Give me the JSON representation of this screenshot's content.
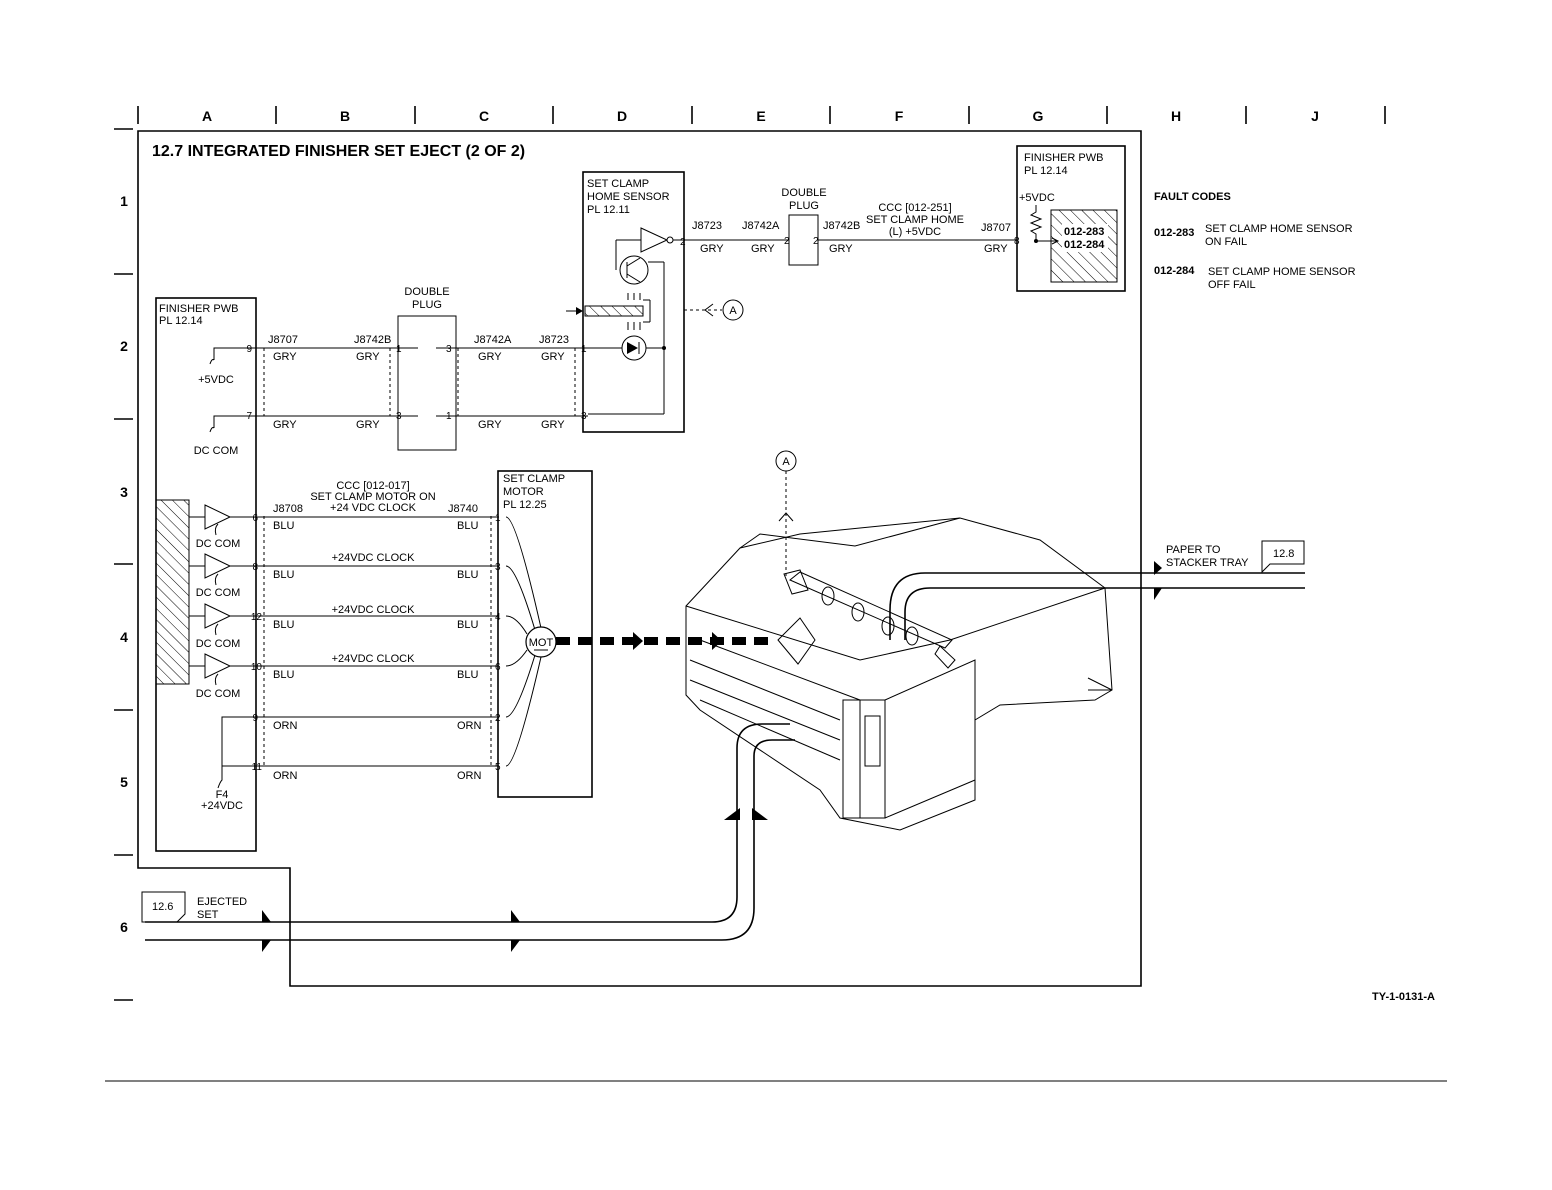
{
  "title": "12.7 INTEGRATED FINISHER SET EJECT (2 OF 2)",
  "columns": [
    "A",
    "B",
    "C",
    "D",
    "E",
    "F",
    "G",
    "H",
    "J"
  ],
  "rows": [
    "1",
    "2",
    "3",
    "4",
    "5",
    "6"
  ],
  "finisher_pwb_top": {
    "name": "FINISHER PWB",
    "pl": "PL 12.14",
    "vdc": "+5VDC",
    "conn": "J8707",
    "pin": "8",
    "wire": "GRY",
    "code1": "012-283",
    "code2": "012-284"
  },
  "sensor": {
    "line1": "SET CLAMP",
    "line2": "HOME SENSOR",
    "pl": "PL 12.11",
    "pin_out": "2",
    "pin1": "1",
    "pin3": "3"
  },
  "double_plug_top": {
    "line1": "DOUBLE",
    "line2": "PLUG",
    "pin_l": "2",
    "pin_r": "2"
  },
  "top_wire": {
    "c1": "J8723",
    "c2": "J8742A",
    "c3": "J8742B",
    "wire": "GRY",
    "ccc": "CCC [012-251]",
    "sig1": "SET CLAMP HOME",
    "sig2": "(L) +5VDC"
  },
  "finisher_pwb_left": {
    "name": "FINISHER PWB",
    "pl": "PL 12.14",
    "v5": "+5VDC",
    "dccom": "DC COM",
    "f4": "F4",
    "v24": "+24VDC"
  },
  "double_plug_mid": {
    "line1": "DOUBLE",
    "line2": "PLUG",
    "p1": "1",
    "p3": "3",
    "p3b": "3",
    "p1b": "1"
  },
  "sensor_wires": {
    "j1": "J8707",
    "j2": "J8742B",
    "j3": "J8742A",
    "j4": "J8723",
    "wire": "GRY",
    "pin9": "9",
    "pin7": "7"
  },
  "motor": {
    "line1": "SET CLAMP",
    "line2": "MOTOR",
    "pl": "PL 12.25",
    "label": "MOT"
  },
  "motor_wires": {
    "ccc": "CCC [012-017]",
    "sig1": "SET CLAMP MOTOR ON",
    "sig2": "+24 VDC CLOCK",
    "j1": "J8708",
    "j2": "J8740",
    "clock": "+24VDC CLOCK",
    "dccom": "DC COM",
    "rows": [
      {
        "pin_l": "6",
        "pin_r": "1",
        "wire": "BLU"
      },
      {
        "pin_l": "8",
        "pin_r": "3",
        "wire": "BLU"
      },
      {
        "pin_l": "12",
        "pin_r": "4",
        "wire": "BLU"
      },
      {
        "pin_l": "10",
        "pin_r": "6",
        "wire": "BLU"
      },
      {
        "pin_l": "9",
        "pin_r": "2",
        "wire": "ORN"
      },
      {
        "pin_l": "11",
        "pin_r": "5",
        "wire": "ORN"
      }
    ]
  },
  "fault_codes": {
    "heading": "FAULT CODES",
    "items": [
      {
        "code": "012-283",
        "l1": "SET CLAMP HOME SENSOR",
        "l2": "ON FAIL"
      },
      {
        "code": "012-284",
        "l1": "SET CLAMP HOME SENSOR",
        "l2": "OFF FAIL"
      }
    ]
  },
  "paper_to": {
    "l1": "PAPER TO",
    "l2": "STACKER TRAY",
    "ref": "12.8"
  },
  "ejected": {
    "ref": "12.6",
    "l1": "EJECTED",
    "l2": "SET"
  },
  "marker": "A",
  "figure_id": "TY-1-0131-A"
}
